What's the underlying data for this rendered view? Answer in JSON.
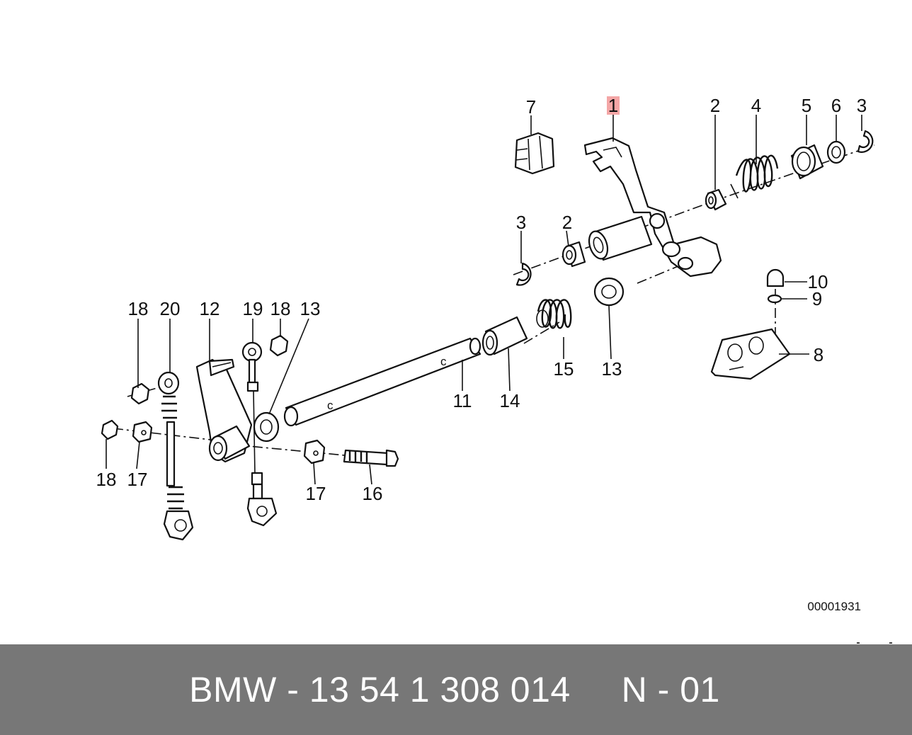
{
  "diagram": {
    "callouts": [
      {
        "id": "c1",
        "text": "1",
        "highlight": "#f4a6a6"
      },
      {
        "id": "c2a",
        "text": "2"
      },
      {
        "id": "c4",
        "text": "4"
      },
      {
        "id": "c5",
        "text": "5"
      },
      {
        "id": "c6",
        "text": "6"
      },
      {
        "id": "c3a",
        "text": "3"
      },
      {
        "id": "c7",
        "text": "7"
      },
      {
        "id": "c3b",
        "text": "3"
      },
      {
        "id": "c2b",
        "text": "2"
      },
      {
        "id": "c10",
        "text": "10"
      },
      {
        "id": "c9",
        "text": "9"
      },
      {
        "id": "c8",
        "text": "8"
      },
      {
        "id": "c18a",
        "text": "18"
      },
      {
        "id": "c20",
        "text": "20"
      },
      {
        "id": "c12",
        "text": "12"
      },
      {
        "id": "c19",
        "text": "19"
      },
      {
        "id": "c18b",
        "text": "18"
      },
      {
        "id": "c13a",
        "text": "13"
      },
      {
        "id": "c11",
        "text": "11"
      },
      {
        "id": "c14",
        "text": "14"
      },
      {
        "id": "c15",
        "text": "15"
      },
      {
        "id": "c13b",
        "text": "13"
      },
      {
        "id": "c18c",
        "text": "18"
      },
      {
        "id": "c17a",
        "text": "17"
      },
      {
        "id": "c17b",
        "text": "17"
      },
      {
        "id": "c16",
        "text": "16"
      }
    ],
    "reference_number": "00001931"
  },
  "footer": {
    "text": "BMW - 13 54 1 308 014     N - 01",
    "background": "#777777",
    "color": "#ffffff"
  }
}
